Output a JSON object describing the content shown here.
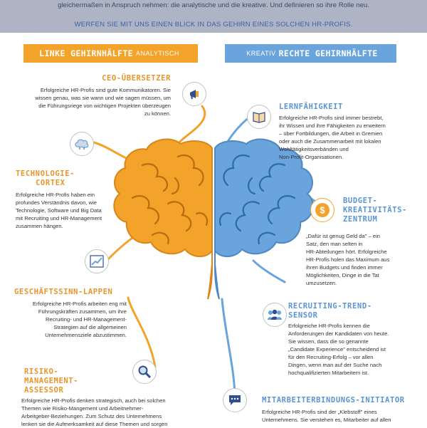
{
  "intro": {
    "line1": "gleichermaßen in Anspruch nehmen: die analytische und die kreative. Und definieren so ihre Rolle neu.",
    "line2": "WERFEN SIE MIT UNS EINEN BLICK IN DAS GEHIRN EINES SOLCHEN HR-PROFIS."
  },
  "banner_left": {
    "main": "LINKE GEHIRNHÄLFTE",
    "sub": "ANALYTISCH"
  },
  "banner_right": {
    "sub": "KREATIV",
    "main": "RECHTE GEHIRNHÄLFTE"
  },
  "left": {
    "ceo": {
      "title": "CEO-ÜBERSETZER",
      "text": [
        "Erfolgreiche HR-Profis sind gute Kommunikatoren. Sie",
        "wissen genau, was sie wann und wie sagen müssen, um",
        "die Führungsriege von wichtigen Projekten überzeugen",
        "zu können."
      ]
    },
    "tech": {
      "title": [
        "TECHNOLOGIE-",
        "CORTEX"
      ],
      "text": [
        "Erfolgreiche HR-Profis haben ein",
        "profundes Verständnis davon, wie",
        "Technologie, Software und Big Data",
        "mit Recruiting und HR-Management",
        "zusammen hängen."
      ]
    },
    "biz": {
      "title": "GESCHÄFTSSINN-LAPPEN",
      "text": [
        "Erfolgreiche HR-Profis arbeiten eng mit",
        "Führungskräften zusammen, um ihre",
        "Recruiting- und HR-Management-",
        "Strategien auf die allgemeinen",
        "Unternehmensziele abzustimmen."
      ]
    },
    "risk": {
      "title": [
        "RISIKO-",
        "MANAGEMENT-",
        "ASSESSOR"
      ],
      "text": [
        "Erfolgreiche HR-Profis denken strategisch, auch bei solchen",
        "Themen wie Risiko-Mangement und Arbeitnehmer-",
        "Arbeitgeber-Beziehungen. Zum Schutz des Unternehmens",
        "lenken sie die Aufmerksamkeit auf diese Themen und sorgen"
      ]
    }
  },
  "right": {
    "learn": {
      "title": "LERNFÄHIGKEIT",
      "text": [
        "Erfolgreiche HR-Profis sind immer bestrebt,",
        "ihr Wissen und ihre Fähigkeiten zu erweitern",
        "– über Fortbildungen, die Arbeit in Gremien",
        "oder auch die Zusammenarbeit mit lokalen",
        "Wohltätigkeitsverbänden und",
        "Non-Profit-Organisationen."
      ]
    },
    "budget": {
      "title": [
        "BUDGET-",
        "KREATIVITÄTS-",
        "ZENTRUM"
      ],
      "text": [
        "„Dafür ist genug Geld da\" – ein",
        "Satz, den man selten in",
        "HR-Abteilungen hört. Erfolgreiche",
        "HR-Profis holen das Maximum aus",
        "ihren Budgets und finden immer",
        "Möglichkeiten, Dinge in die Tat",
        "umzusetzen."
      ]
    },
    "recruit": {
      "title": [
        "RECRUITING-TREND-",
        "SENSOR"
      ],
      "text": [
        "Erfolgreiche HR-Profis kennen die",
        "Anforderungen der Kandidaten von heute.",
        "Sie wissen, dass die so genannte",
        "„Candidate Experience\" entscheidend ist",
        "für den Recruiting-Erfolg – vor allen",
        "Dingen, wenn man auf der Suche nach",
        "hochqualifizierten Mitarbeitern ist."
      ]
    },
    "bond": {
      "title": "MITARBEITERBINDUNGS-INITIATOR",
      "text": [
        "Erfolgreiche HR-Profis sind der „Klebstoff\" eines",
        "Unternehmens. Sie verstehen es, Mitarbeiter auf allen"
      ]
    }
  },
  "colors": {
    "orange": "#f3a22a",
    "blue": "#6aa4dc",
    "band": "#aeb4c3"
  },
  "icons": [
    "megaphone-icon",
    "cloud-icon",
    "chart-icon",
    "magnifier-icon",
    "book-icon",
    "dollar-icon",
    "people-icon",
    "chat-icon"
  ]
}
